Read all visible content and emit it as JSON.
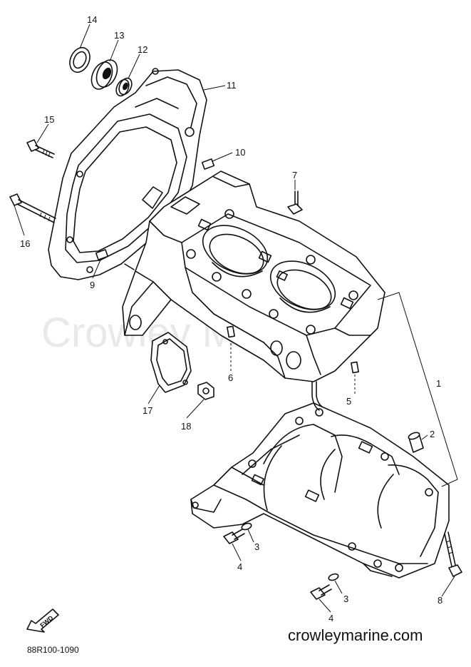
{
  "watermark": "Crowley Marine",
  "diagram_code": "88R100-1090",
  "website": "crowleymarine.com",
  "forward_arrow_label": "FWD",
  "callouts": [
    {
      "id": "1",
      "label": "1"
    },
    {
      "id": "2",
      "label": "2"
    },
    {
      "id": "3a",
      "label": "3"
    },
    {
      "id": "3b",
      "label": "3"
    },
    {
      "id": "4a",
      "label": "4"
    },
    {
      "id": "4b",
      "label": "4"
    },
    {
      "id": "5",
      "label": "5"
    },
    {
      "id": "6",
      "label": "6"
    },
    {
      "id": "7",
      "label": "7"
    },
    {
      "id": "8",
      "label": "8"
    },
    {
      "id": "9",
      "label": "9"
    },
    {
      "id": "10",
      "label": "10"
    },
    {
      "id": "11",
      "label": "11"
    },
    {
      "id": "12",
      "label": "12"
    },
    {
      "id": "13",
      "label": "13"
    },
    {
      "id": "14",
      "label": "14"
    },
    {
      "id": "15",
      "label": "15"
    },
    {
      "id": "16",
      "label": "16"
    },
    {
      "id": "17",
      "label": "17"
    },
    {
      "id": "18",
      "label": "18"
    }
  ]
}
